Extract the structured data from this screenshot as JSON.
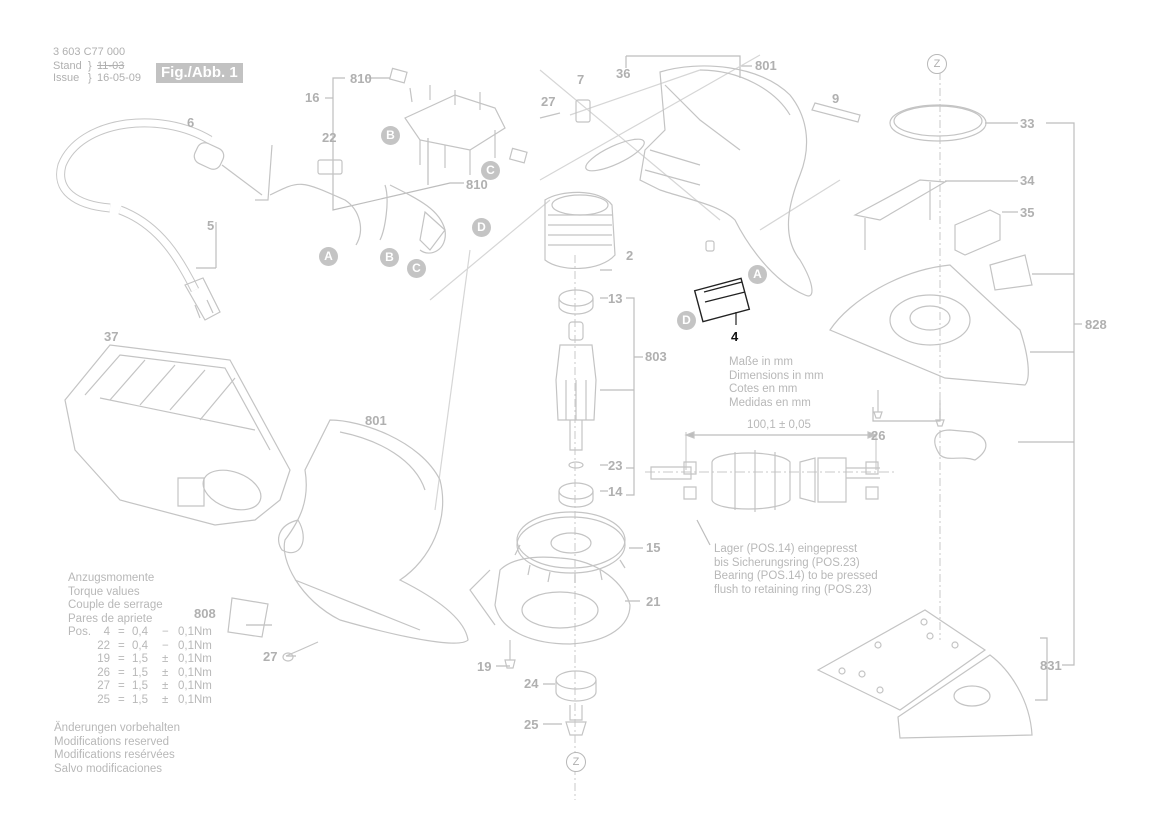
{
  "header": {
    "part_number": "3 603 C77 000",
    "stand_label": "Stand",
    "stand_value": "11-03",
    "issue_label": "Issue",
    "issue_value": "16-05-09",
    "figure_label": "Fig./Abb. 1"
  },
  "positions": {
    "p2": "2",
    "p4": "4",
    "p5": "5",
    "p6": "6",
    "p7": "7",
    "p9": "9",
    "p13": "13",
    "p14": "14",
    "p15": "15",
    "p16": "16",
    "p19": "19",
    "p21": "21",
    "p22": "22",
    "p23": "23",
    "p24": "24",
    "p25": "25",
    "p26": "26",
    "p27a": "27",
    "p27b": "27",
    "p33": "33",
    "p34": "34",
    "p35": "35",
    "p36": "36",
    "p37": "37",
    "p801a": "801",
    "p801b": "801",
    "p803": "803",
    "p808": "808",
    "p810a": "810",
    "p810b": "810",
    "p828": "828",
    "p831": "831"
  },
  "connectors": {
    "A": "A",
    "B": "B",
    "C": "C",
    "D": "D",
    "Z": "Z"
  },
  "dimensions_note": [
    "Maße in mm",
    "Dimensions in mm",
    "Cotes en mm",
    "Medidas en mm"
  ],
  "armature_dimension": "100,1 ± 0,05",
  "bearing_note": [
    "Lager (POS.14) eingepresst",
    "bis Sicherungsring (POS.23)",
    "Bearing (POS.14) to be pressed",
    "flush to retaining ring (POS.23)"
  ],
  "torque": {
    "titles": [
      "Anzugsmomente",
      "Torque values",
      "Couple de serrage",
      "Pares de apriete"
    ],
    "prefix": "Pos.",
    "rows": [
      {
        "pos": "4",
        "eq": "=",
        "value": "0,4",
        "sign": "−",
        "tol": "0,1Nm"
      },
      {
        "pos": "22",
        "eq": "=",
        "value": "0,4",
        "sign": "−",
        "tol": "0,1Nm"
      },
      {
        "pos": "19",
        "eq": "=",
        "value": "1,5",
        "sign": "±",
        "tol": "0,1Nm"
      },
      {
        "pos": "26",
        "eq": "=",
        "value": "1,5",
        "sign": "±",
        "tol": "0,1Nm"
      },
      {
        "pos": "27",
        "eq": "=",
        "value": "1,5",
        "sign": "±",
        "tol": "0,1Nm"
      },
      {
        "pos": "25",
        "eq": "=",
        "value": "1,5",
        "sign": "±",
        "tol": "0,1Nm"
      }
    ]
  },
  "modifications": [
    "Änderungen vorbehalten",
    "Modifications reserved",
    "Modifications resérvées",
    "Salvo modificaciones"
  ]
}
